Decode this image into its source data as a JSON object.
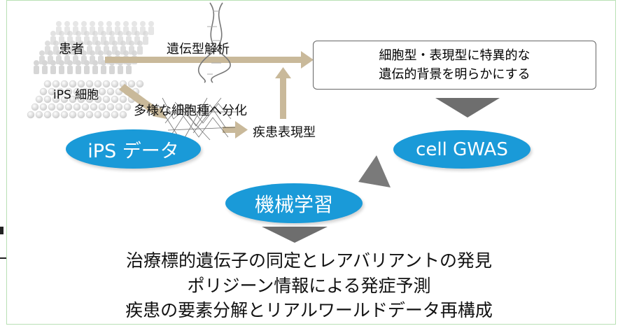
{
  "diagram": {
    "patient_label": "患者",
    "genotype_label": "遺伝型解析",
    "ips_cell_label": "iPS 細胞",
    "differentiation_label": "多様な細胞種へ分化",
    "phenotype_label": "疾患表現型",
    "result_box": {
      "line1": "細胞型・表現型に特異的な",
      "line2": "遺伝的背景を明らかにする"
    },
    "ips_data_pill": "iPS データ",
    "gwas_pill": "cell GWAS",
    "ml_pill": "機械学習",
    "outcomes": [
      "治療標的遺伝子の同定とレアバリアントの発見",
      "ポリジーン情報による発症予測",
      "疾患の要素分解とリアルワールドデータ再構成"
    ],
    "colors": {
      "pill_blue": "#1a9ad8",
      "arrow_tan": "#c9b99a",
      "triangle_gray": "#6e6e6e",
      "frame_green": "#b8e0b4"
    },
    "icons": [
      "people-crowd-icon",
      "cell-cluster-icon",
      "dna-helix-icon",
      "neuron-network-icon"
    ]
  }
}
